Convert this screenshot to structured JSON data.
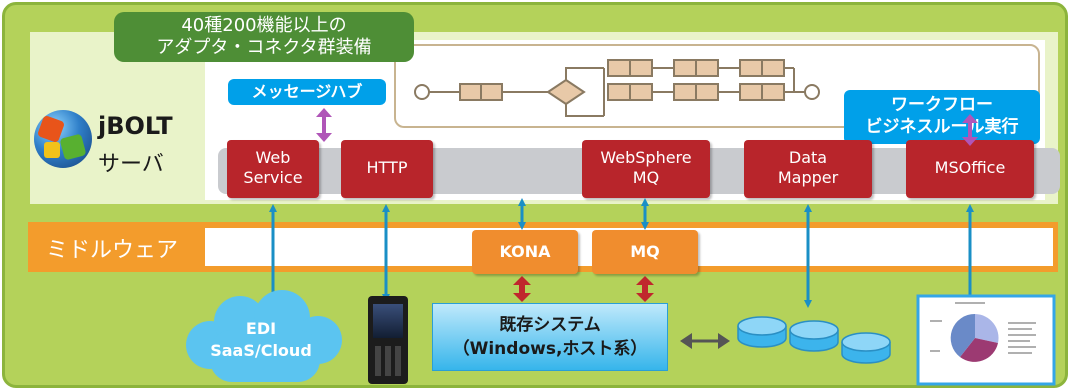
{
  "adapters_badge": {
    "line1": "40種200機能以上の",
    "line2": "アダプタ・コネクタ群装備"
  },
  "message_hub": "メッセージハブ",
  "workflow": {
    "line1": "ワークフロー",
    "line2": "ビジネスルール実行"
  },
  "server": {
    "logo_name": "jBOLT",
    "label": "サーバ"
  },
  "server_adapters": [
    {
      "line1": "Web",
      "line2": "Service"
    },
    {
      "line1": "HTTP",
      "line2": ""
    },
    {
      "line1": "WebSphere",
      "line2": "MQ"
    },
    {
      "line1": "Data",
      "line2": "Mapper"
    },
    {
      "line1": "MSOffice",
      "line2": ""
    }
  ],
  "middleware": {
    "label": "ミドルウェア",
    "items": [
      "KONA",
      "MQ"
    ]
  },
  "cloud": {
    "line1": "EDI",
    "line2": "SaaS/Cloud"
  },
  "legacy": {
    "line1": "既存システム",
    "line2": "（Windows,ホスト系）"
  },
  "colors": {
    "frame_green": "#b4d25a",
    "adapter_red": "#b8252b",
    "middleware_orange": "#f39c2c",
    "label_blue": "#00a0e9",
    "arrow_blue": "#1a8fc6",
    "arrow_red": "#c0262d",
    "arrow_purple": "#b055b8"
  }
}
